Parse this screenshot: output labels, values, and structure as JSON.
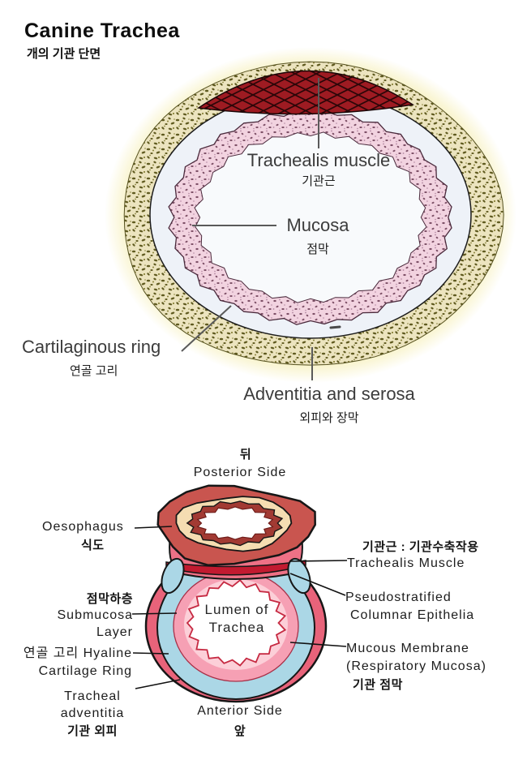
{
  "header": {
    "title": "Canine Trachea",
    "subtitle": "개의 기관 단면"
  },
  "top_diagram": {
    "labels": {
      "trachealis_en": "Trachealis muscle",
      "trachealis_ko": "기관근",
      "mucosa_en": "Mucosa",
      "mucosa_ko": "점막",
      "cartilaginous_en": "Cartilaginous ring",
      "cartilaginous_ko": "연골 고리",
      "adventitia_en": "Adventitia and serosa",
      "adventitia_ko": "외피와 장막"
    },
    "colors": {
      "glow": "#f2e895",
      "adventitia_base": "#ece4bf",
      "adventitia_speck": "#5f5a1f",
      "adventitia_speck2": "#8a833c",
      "cartilage": "#eef2f8",
      "mucosa_base": "#f2d3e0",
      "mucosa_speck": "#7d4f66",
      "mucosa_speck2": "#b287a0",
      "lumen": "#f8fafc",
      "muscle": "#9e1b22",
      "label_text": "#3d3d3d"
    }
  },
  "bottom_diagram": {
    "orientation": {
      "posterior_ko": "뒤",
      "posterior_en": "Posterior Side",
      "anterior_en": "Anterior Side",
      "anterior_ko": "앞"
    },
    "labels": {
      "oesophagus_en": "Oesophagus",
      "oesophagus_ko": "식도",
      "submucosa_ko": "점막하층",
      "submucosa_en1": "Submucosa",
      "submucosa_en2": "Layer",
      "hyaline_line1": "연골 고리 Hyaline",
      "hyaline_line2": "Cartilage Ring",
      "adventitia_en1": "Tracheal",
      "adventitia_en2": "adventitia",
      "adventitia_ko": "기관 외피",
      "trachealis_ko": "기관근 : 기관수축작용",
      "trachealis_en": "Trachealis Muscle",
      "pseudostratified_line1": "Pseudostratified",
      "pseudostratified_line2": "Columnar Epithelia",
      "mucous_line1": "Mucous Membrane",
      "mucous_line2": "(Respiratory Mucosa)",
      "mucous_ko": "기관 점막",
      "lumen_line1": "Lumen of",
      "lumen_line2": "Trachea"
    },
    "colors": {
      "esophagus": "#c9554f",
      "esophagus_inner": "#f5ddb2",
      "esophagus_ring": "#a23a33",
      "connective_band": "#ee7186",
      "muscle": "#c21a30",
      "adventitia": "#e8637a",
      "cartilage": "#abd7e6",
      "submucosa": "#f6a0b4",
      "mucosa": "#fccfd8",
      "lumen_border": "#c62a42",
      "outline": "#161616"
    }
  }
}
